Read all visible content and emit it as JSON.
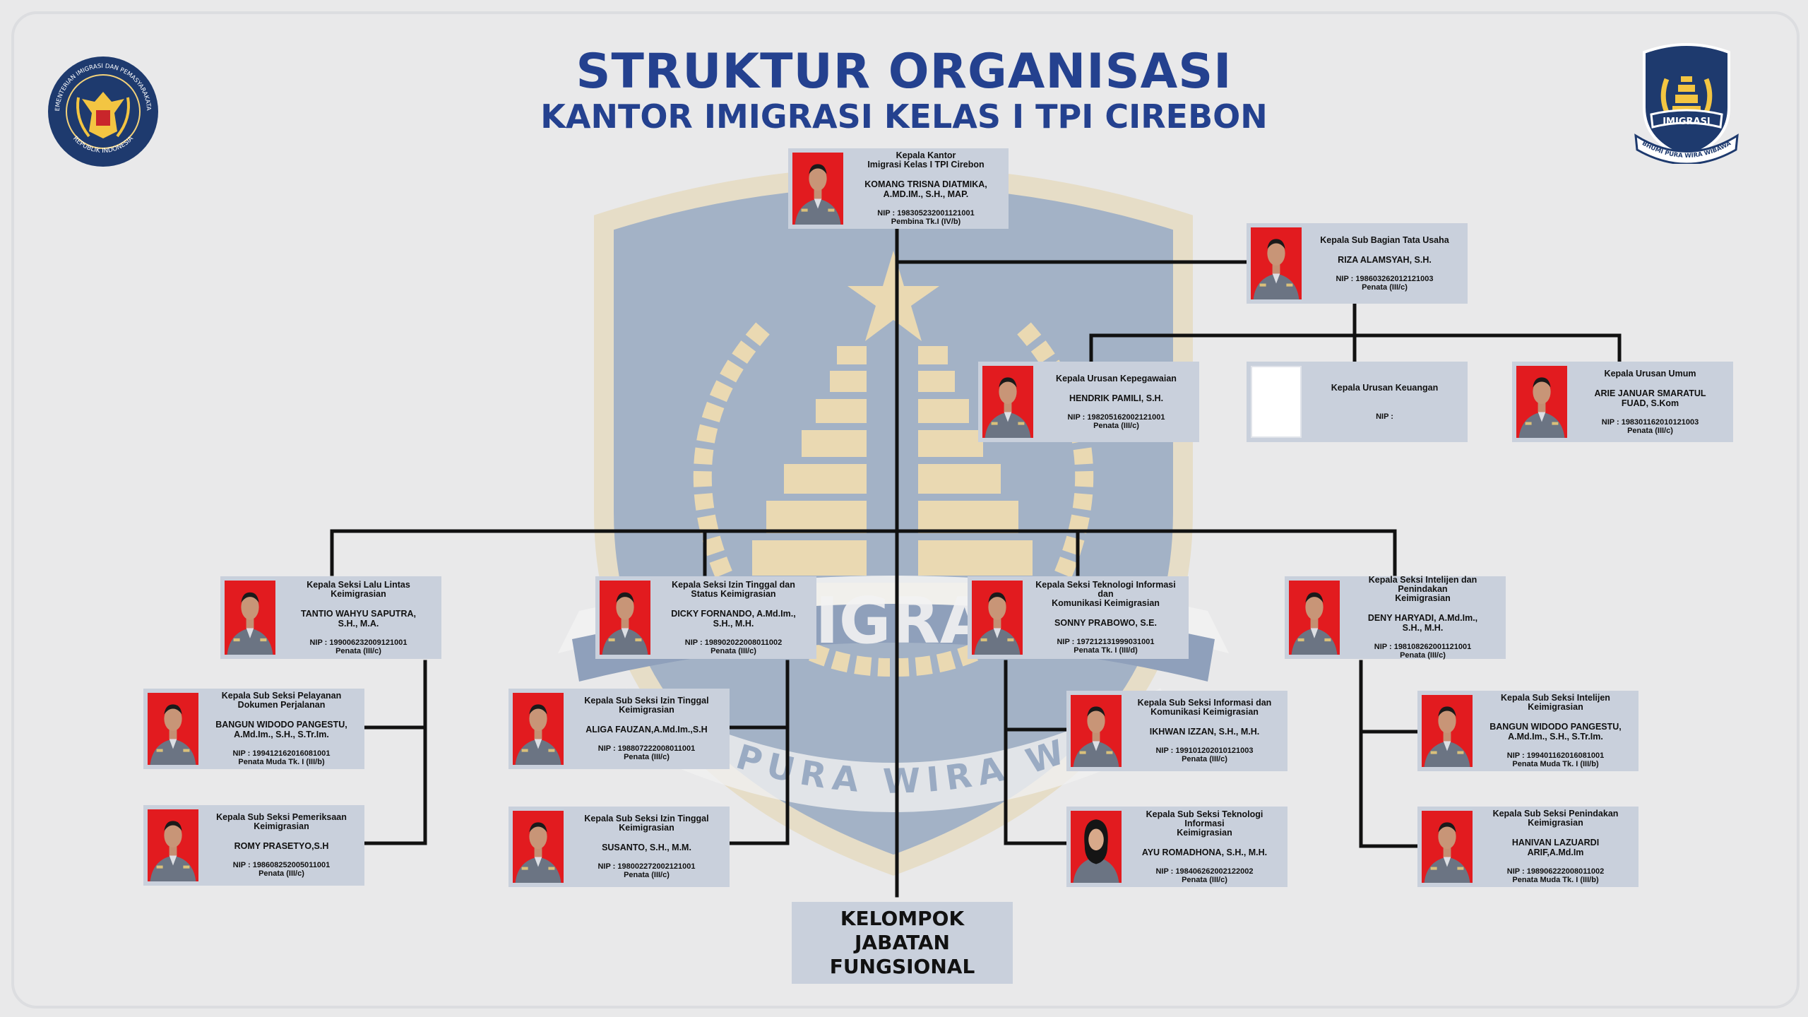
{
  "header": {
    "title": "STRUKTUR ORGANISASI",
    "subtitle": "KANTOR IMIGRASI KELAS I TPI CIREBON"
  },
  "logos": {
    "left_text_top": "KEMENTERIAN IMIGRASI DAN PEMASYARAKATAN",
    "left_text_bottom": "REPUBLIK INDONESIA",
    "right_banner": "IMIGRASI",
    "right_motto": "BHUMI PURA WIRA WIBAWA"
  },
  "watermark": {
    "word": "IMIGRASI",
    "motto": "BHUMI PURA WIRA WIBAWA"
  },
  "colors": {
    "title": "#24418f",
    "card": "#c9d0dc",
    "photo_bg": "#e21b1f",
    "line": "#111111"
  },
  "nodes": [
    {
      "id": "kakan",
      "position": "Kepala Kantor\nImigrasi Kelas I TPI Cirebon",
      "name": "KOMANG TRISNA DIATMIKA,\nA.MD.IM., S.H., MAP.",
      "nip": "NIP : 198305232001121001",
      "rank": "Pembina Tk.I (IV/b)",
      "photo": true
    },
    {
      "id": "tu",
      "position": "Kepala Sub Bagian Tata Usaha",
      "name": "RIZA ALAMSYAH, S.H.",
      "nip": "NIP : 198603262012121003",
      "rank": "Penata (III/c)",
      "photo": true
    },
    {
      "id": "peg",
      "position": "Kepala Urusan Kepegawaian",
      "name": "HENDRIK PAMILI, S.H.",
      "nip": "NIP : 198205162002121001",
      "rank": "Penata (III/c)",
      "photo": true
    },
    {
      "id": "keu",
      "position": "Kepala Urusan Keuangan",
      "name": "",
      "nip": "NIP :",
      "rank": "",
      "photo": false
    },
    {
      "id": "umum",
      "position": "Kepala Urusan Umum",
      "name": "ARIE JANUAR SMARATUL\nFUAD, S.Kom",
      "nip": "NIP : 198301162010121003",
      "rank": "Penata (III/c)",
      "photo": true
    },
    {
      "id": "lalin",
      "position": "Kepala Seksi Lalu Lintas\nKeimigrasian",
      "name": "TANTIO WAHYU SAPUTRA,\nS.H., M.A.",
      "nip": "NIP : 199006232009121001",
      "rank": "Penata (III/c)",
      "photo": true
    },
    {
      "id": "izin",
      "position": "Kepala Seksi Izin Tinggal dan\nStatus Keimigrasian",
      "name": "DICKY FORNANDO, A.Md.Im.,\nS.H., M.H.",
      "nip": "NIP : 198902022008011002",
      "rank": "Penata (III/c)",
      "photo": true
    },
    {
      "id": "tik",
      "position": "Kepala Seksi Teknologi Informasi dan\nKomunikasi Keimigrasian",
      "name": "SONNY PRABOWO, S.E.",
      "nip": "NIP : 197212131999031001",
      "rank": "Penata Tk. I (III/d)",
      "photo": true
    },
    {
      "id": "inteldak",
      "position": "Kepala Seksi Intelijen dan Penindakan\nKeimigrasian",
      "name": "DENY HARYADI, A.Md.Im.,\nS.H., M.H.",
      "nip": "NIP : 198108262001121001",
      "rank": "Penata (III/c)",
      "photo": true
    },
    {
      "id": "pelayanan",
      "position": "Kepala Sub Seksi Pelayanan\nDokumen Perjalanan",
      "name": "BANGUN WIDODO PANGESTU,\nA.Md.Im., S.H., S.Tr.Im.",
      "nip": "NIP : 199412162016081001",
      "rank": "Penata Muda Tk. I (III/b)",
      "photo": true
    },
    {
      "id": "pemeriksaan",
      "position": "Kepala Sub Seksi Pemeriksaan\nKeimigrasian",
      "name": "ROMY PRASETYO,S.H",
      "nip": "NIP : 198608252005011001",
      "rank": "Penata (III/c)",
      "photo": true
    },
    {
      "id": "izin1",
      "position": "Kepala Sub Seksi Izin Tinggal\nKeimigrasian",
      "name": "ALIGA FAUZAN,A.Md.Im.,S.H",
      "nip": "NIP : 198807222008011001",
      "rank": "Penata (III/c)",
      "photo": true
    },
    {
      "id": "izin2",
      "position": "Kepala Sub Seksi Izin Tinggal\nKeimigrasian",
      "name": "SUSANTO, S.H., M.M.",
      "nip": "NIP : 198002272002121001",
      "rank": "Penata (III/c)",
      "photo": true
    },
    {
      "id": "infokom",
      "position": "Kepala Sub Seksi Informasi dan\nKomunikasi Keimigrasian",
      "name": "IKHWAN IZZAN, S.H., M.H.",
      "nip": "NIP : 199101202010121003",
      "rank": "Penata (III/c)",
      "photo": true
    },
    {
      "id": "teknologi",
      "position": "Kepala Sub Seksi Teknologi Informasi\nKeimigrasian",
      "name": "AYU ROMADHONA, S.H., M.H.",
      "nip": "NIP : 198406262002122002",
      "rank": "Penata (III/c)",
      "photo": true,
      "hijab": true
    },
    {
      "id": "intelijen",
      "position": "Kepala Sub Seksi Intelijen\nKeimigrasian",
      "name": "BANGUN WIDODO PANGESTU,\nA.Md.Im., S.H., S.Tr.Im.",
      "nip": "NIP : 199401162016081001",
      "rank": "Penata Muda Tk. I (III/b)",
      "photo": true
    },
    {
      "id": "penindakan",
      "position": "Kepala Sub Seksi Penindakan\nKeimigrasian",
      "name": "HANIVAN LAZUARDI\nARIF,A.Md.Im",
      "nip": "NIP : 198906222008011002",
      "rank": "Penata Muda Tk. I (III/b)",
      "photo": true
    }
  ],
  "fungsional": {
    "line1": "KELOMPOK",
    "line2": "JABATAN",
    "line3": "FUNGSIONAL"
  }
}
